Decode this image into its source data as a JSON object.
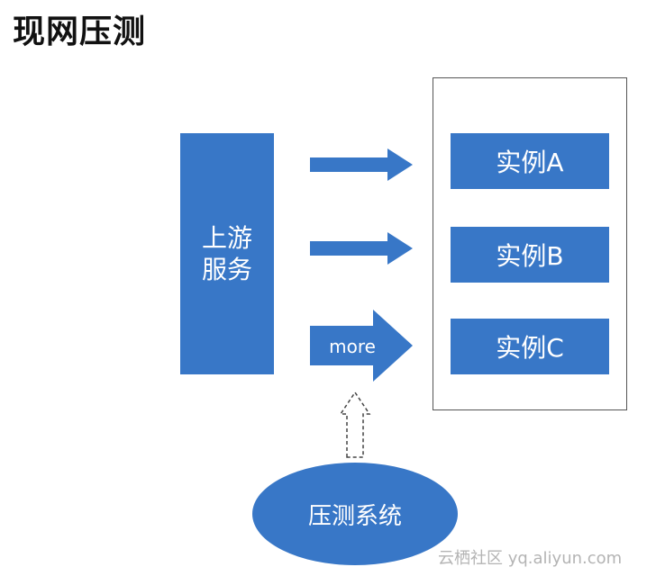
{
  "title": "现网压测",
  "upstream": {
    "line1": "上游",
    "line2": "服务"
  },
  "instances": [
    {
      "label": "实例A"
    },
    {
      "label": "实例B"
    },
    {
      "label": "实例C"
    }
  ],
  "arrow_more_label": "more",
  "load_test_system": "压测系统",
  "watermark": "云栖社区 yq.aliyun.com",
  "colors": {
    "box_fill": "#3877C7",
    "frame_border": "#555555",
    "title": "#111111"
  }
}
